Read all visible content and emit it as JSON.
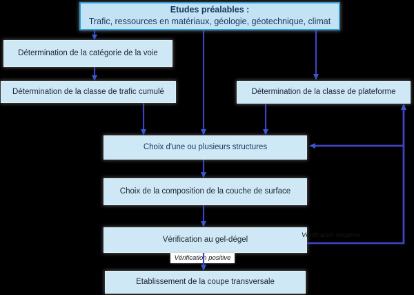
{
  "diagram": {
    "type": "flowchart",
    "language": "fr",
    "title_box": {
      "title": "Etudes préalables :",
      "subtitle": "Trafic, ressources en matériaux, géologie, géotechnique, climat"
    },
    "nodes": {
      "categorie": {
        "label": "Détermination de la catégorie de la voie"
      },
      "trafic": {
        "label": "Détermination de la classe de trafic cumulé"
      },
      "plateforme": {
        "label": "Détermination de la classe de plateforme"
      },
      "structures": {
        "label": "Choix d'une ou plusieurs structures"
      },
      "surface": {
        "label": "Choix de la composition de la couche de surface"
      },
      "gel": {
        "label": "Vérification au gel-dégel"
      },
      "coupe": {
        "label": "Etablissement de la coupe transversale"
      }
    },
    "edge_labels": {
      "positive": "Vérification positive",
      "negative": "Vérification négative"
    },
    "colors": {
      "background": "#000000",
      "box_fill": "#cfe8f6",
      "title_box_fill": "#c3e3f4",
      "title_box_border": "#2f9bd6",
      "title_text": "#17355e",
      "box_text": "#1f2430",
      "connector": "#3f43c2",
      "arrowhead": "#3558cf"
    }
  }
}
